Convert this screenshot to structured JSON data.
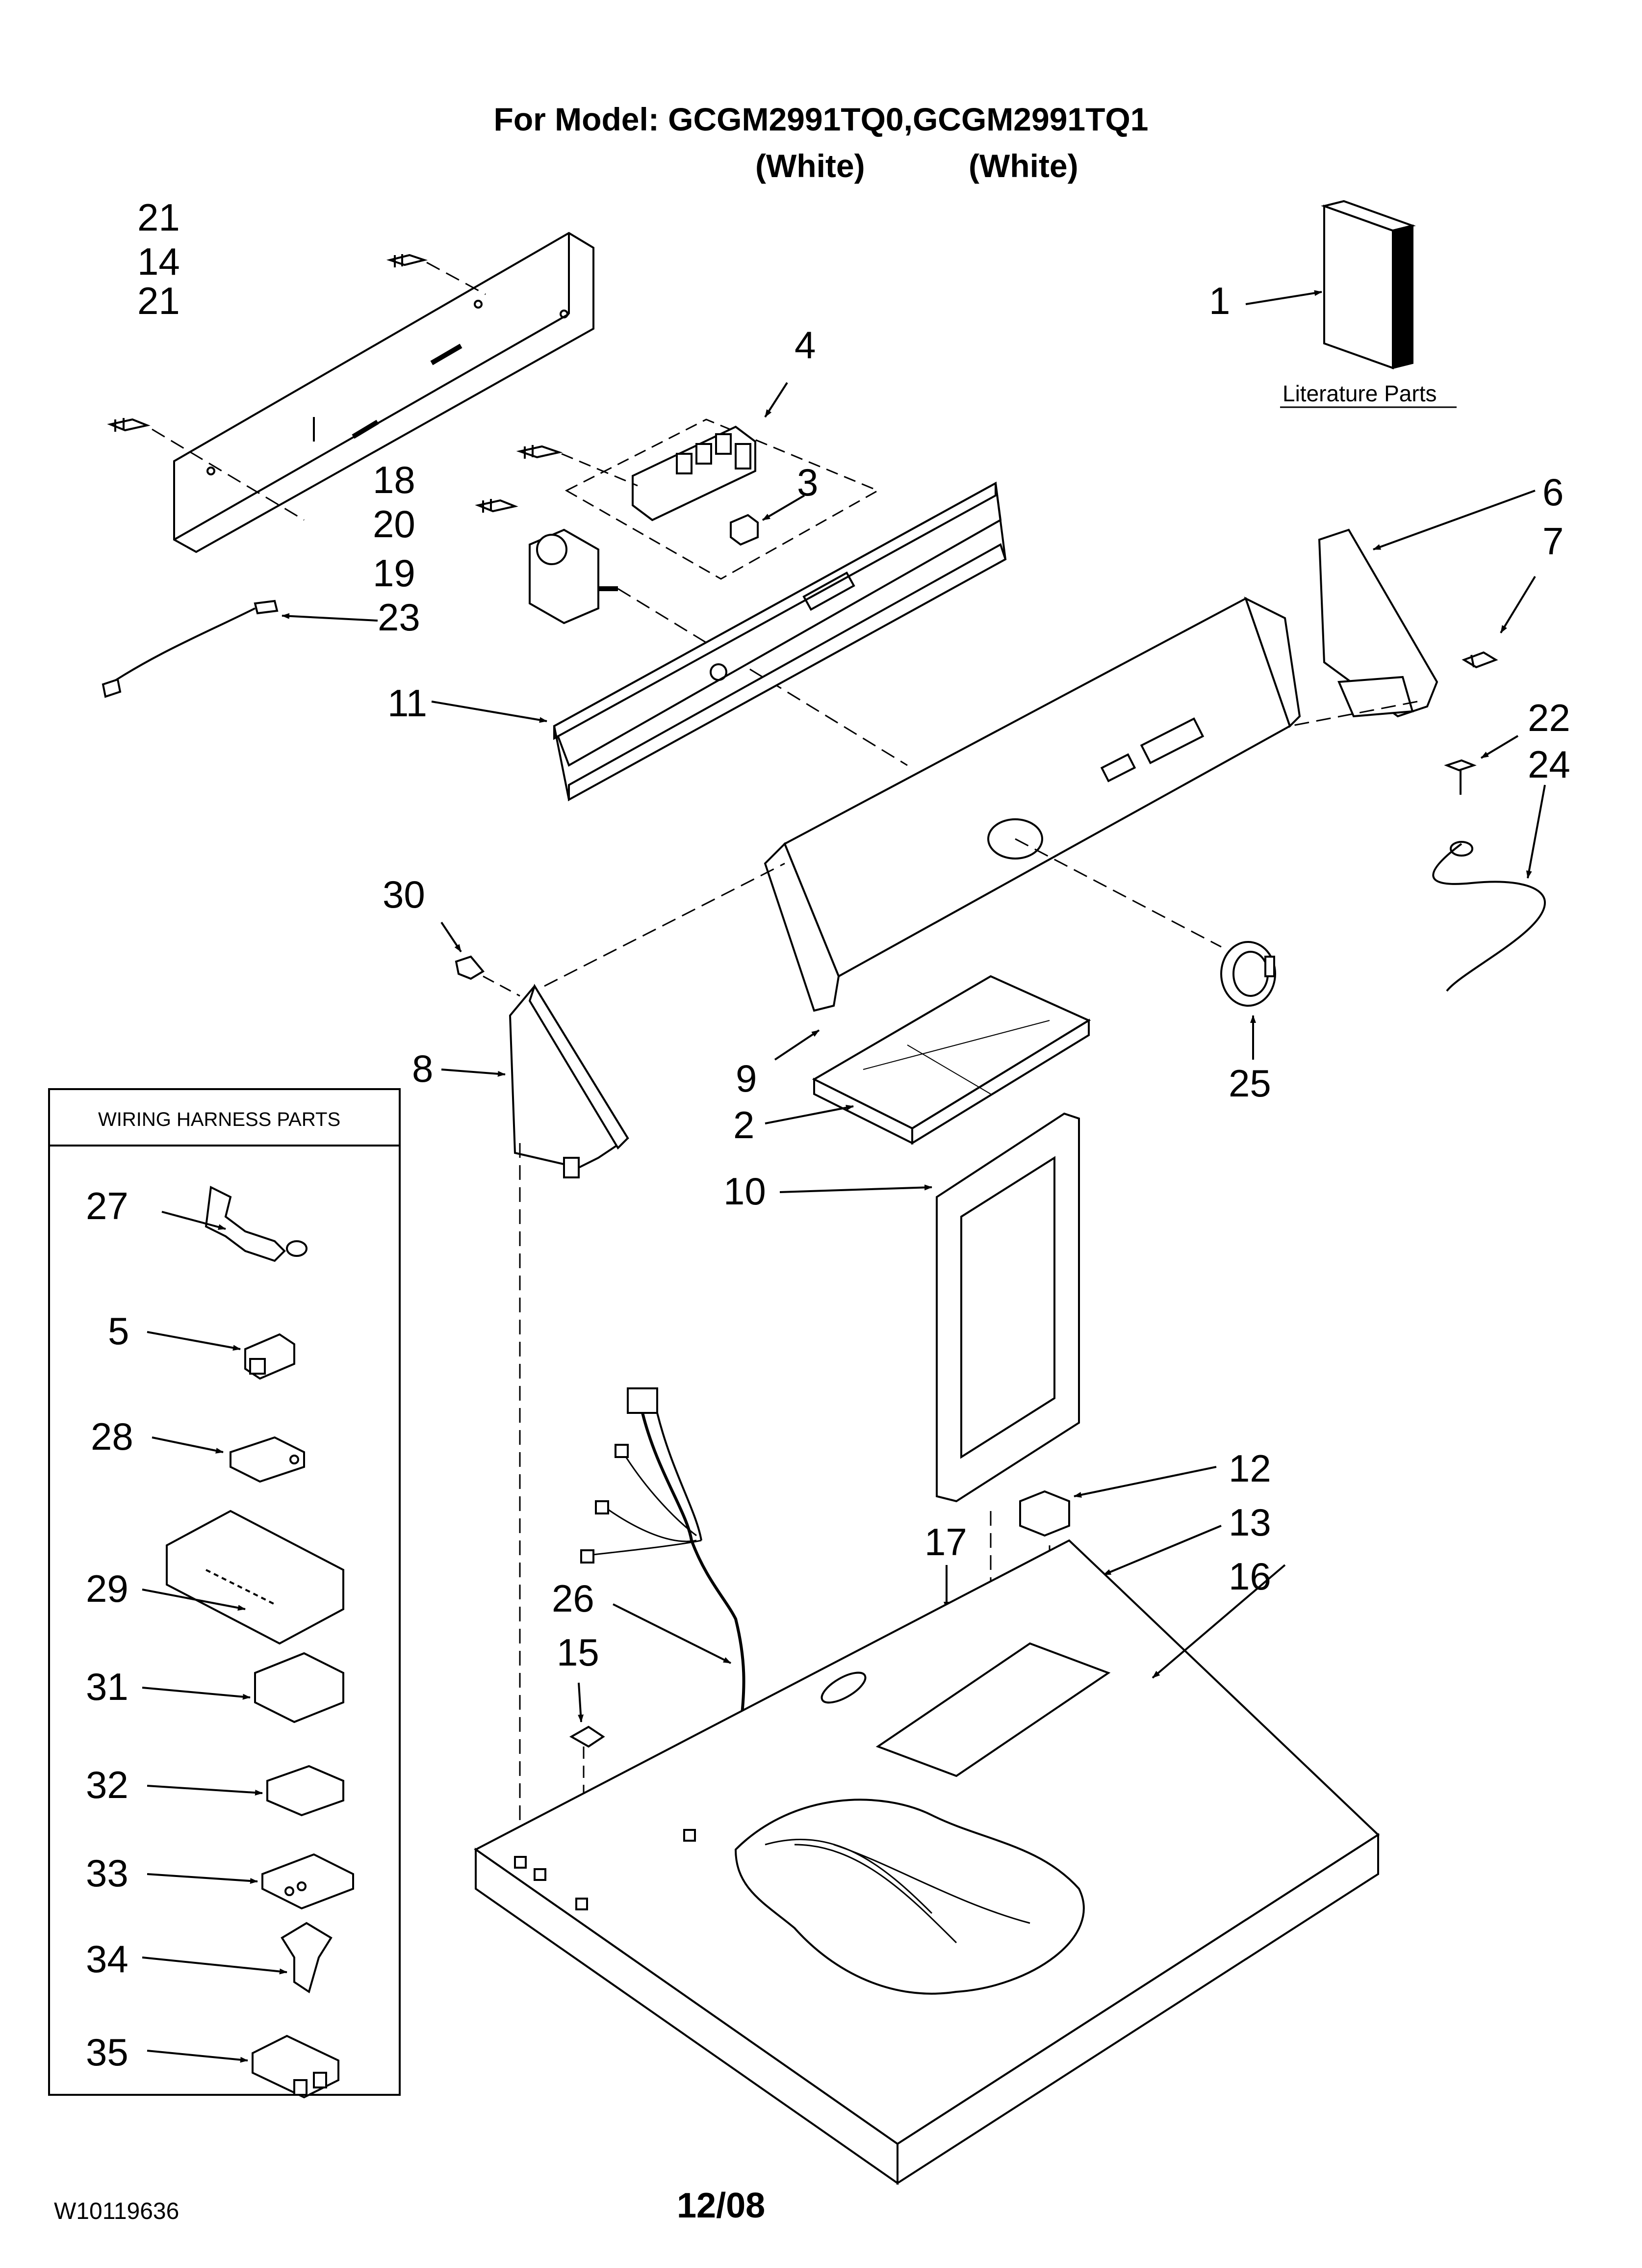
{
  "header": {
    "title": "For Model: GCGM2991TQ0,GCGM2991TQ1",
    "color_left": "(White)",
    "color_right": "(White)"
  },
  "literature": {
    "label": "Literature Parts"
  },
  "harness_box": {
    "title": "WIRING HARNESS PARTS"
  },
  "callouts": {
    "c1": "1",
    "c2": "2",
    "c3": "3",
    "c4": "4",
    "c5": "5",
    "c6": "6",
    "c7": "7",
    "c8": "8",
    "c9": "9",
    "c10": "10",
    "c11": "11",
    "c12": "12",
    "c13": "13",
    "c14": "14",
    "c15": "15",
    "c16": "16",
    "c17": "17",
    "c18": "18",
    "c19": "19",
    "c20": "20",
    "c21a": "21",
    "c21b": "21",
    "c22": "22",
    "c23": "23",
    "c24": "24",
    "c25": "25",
    "c26": "26",
    "c27": "27",
    "c28": "28",
    "c29": "29",
    "c30": "30",
    "c31": "31",
    "c32": "32",
    "c33": "33",
    "c34": "34",
    "c35": "35"
  },
  "footer": {
    "doc_id": "W10119636",
    "date": "12/08"
  }
}
